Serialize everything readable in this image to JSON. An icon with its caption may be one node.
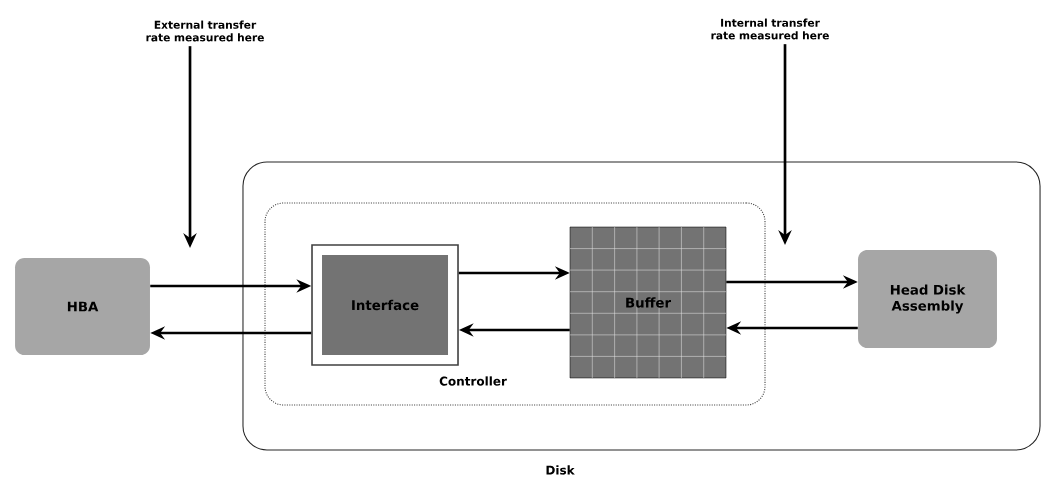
{
  "diagram": {
    "nodes": [
      {
        "text": [
          "External transfer rate measured here"
        ]
      },
      {
        "text": [
          "Internal transfer rate measured here"
        ]
      },
      {
        "text": [
          "HBA"
        ]
      },
      {
        "text": [
          "Disk"
        ]
      },
      {
        "text": [
          "Controller"
        ],
        "in": 3
      },
      {
        "text": [
          "Interface"
        ],
        "in": 4
      },
      {
        "text": [
          "Buffer"
        ],
        "in": 4
      },
      {
        "text": [
          "Head Disk Assembly"
        ],
        "in": 3
      }
    ],
    "edges": [
      {
        "from": 0,
        "to": null,
        "arrow": "to"
      },
      {
        "from": 1,
        "to": null,
        "arrow": "to"
      },
      {
        "from": 2,
        "to": 5,
        "arrow": "to"
      },
      {
        "from": 5,
        "to": 2,
        "arrow": "to"
      },
      {
        "from": 5,
        "to": 6,
        "arrow": "to"
      },
      {
        "from": 6,
        "to": 5,
        "arrow": "to"
      },
      {
        "from": 6,
        "to": 7,
        "arrow": "to"
      },
      {
        "from": 7,
        "to": 6,
        "arrow": "to"
      }
    ]
  }
}
